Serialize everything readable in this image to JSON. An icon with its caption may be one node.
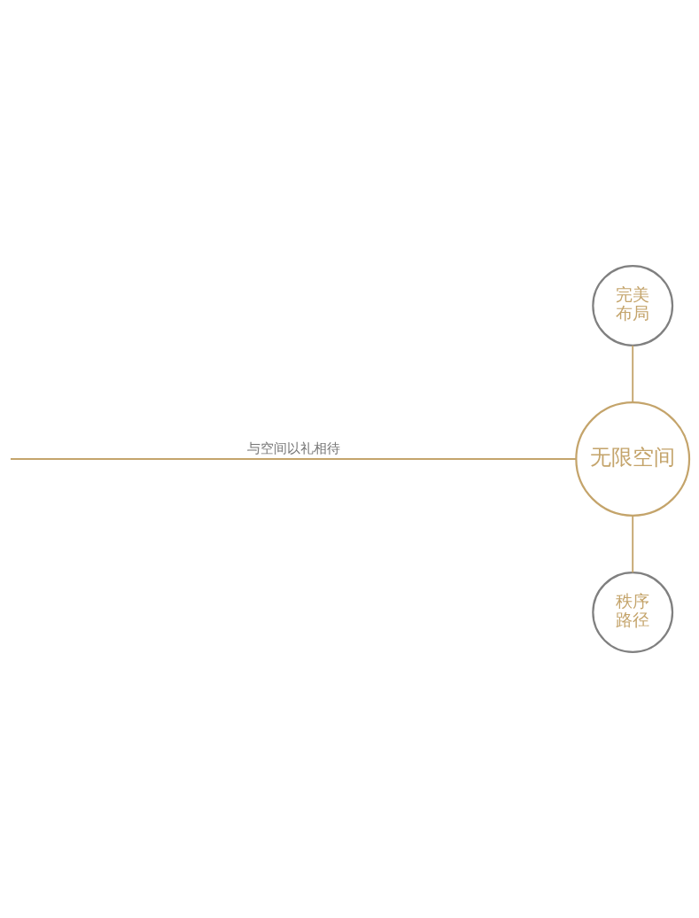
{
  "diagram": {
    "nodes": [
      {
        "text": [
          "完美布局"
        ]
      },
      {
        "text": [
          "无限空间"
        ]
      },
      {
        "text": [
          "秩序路径"
        ]
      }
    ],
    "edges": [
      {
        "from": 0,
        "to": 1,
        "arrow": "none"
      },
      {
        "from": null,
        "to": 1,
        "arrow": "none",
        "label": "与空间以礼相待"
      },
      {
        "from": 1,
        "to": 2,
        "arrow": "none"
      }
    ]
  }
}
